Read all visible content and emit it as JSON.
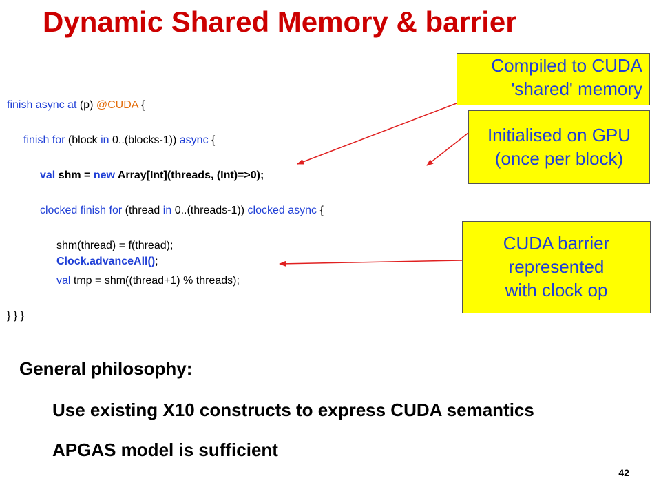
{
  "title": "Dynamic Shared Memory & barrier",
  "code": {
    "line1": {
      "finish_async_at": "finish async at",
      "p": "(p)",
      "cuda": "@CUDA",
      "brace": "{"
    },
    "line2": {
      "finish_for": "finish for",
      "block_open": "(block",
      "in": "in",
      "range": "0..(blocks-1))",
      "async": "async",
      "brace": "{"
    },
    "line3": {
      "val": "val",
      "shm": "shm =",
      "new": "new",
      "array": "Array[Int](threads, (Int)=>0);"
    },
    "line4": {
      "clocked_finish_for": "clocked finish for",
      "thread_open": "(thread",
      "in": "in",
      "range": "0..(threads-1))",
      "clocked_async": "clocked async",
      "brace": "{"
    },
    "line5": "shm(thread) = f(thread);",
    "line6": {
      "advance": "Clock.advanceAll()",
      "semi": ";"
    },
    "line7": {
      "val": "val",
      "rest": "tmp = shm((thread+1) % threads);"
    },
    "line8": "}   }   }"
  },
  "callouts": {
    "shared": [
      "Compiled to CUDA",
      "'shared' memory"
    ],
    "gpu": [
      "Initialised on GPU",
      "(once per block)"
    ],
    "barrier": [
      "CUDA barrier",
      "represented",
      "with clock op"
    ]
  },
  "philosophy": {
    "heading": "General philosophy:",
    "point1": "Use existing X10 constructs to express CUDA semantics",
    "point2": "APGAS model is sufficient"
  },
  "page_number": "42",
  "colors": {
    "title": "#cc0000",
    "keyword": "#1f3fd6",
    "annotation": "#e36c09",
    "callout_bg": "#ffff00",
    "arrow": "#e02020"
  }
}
